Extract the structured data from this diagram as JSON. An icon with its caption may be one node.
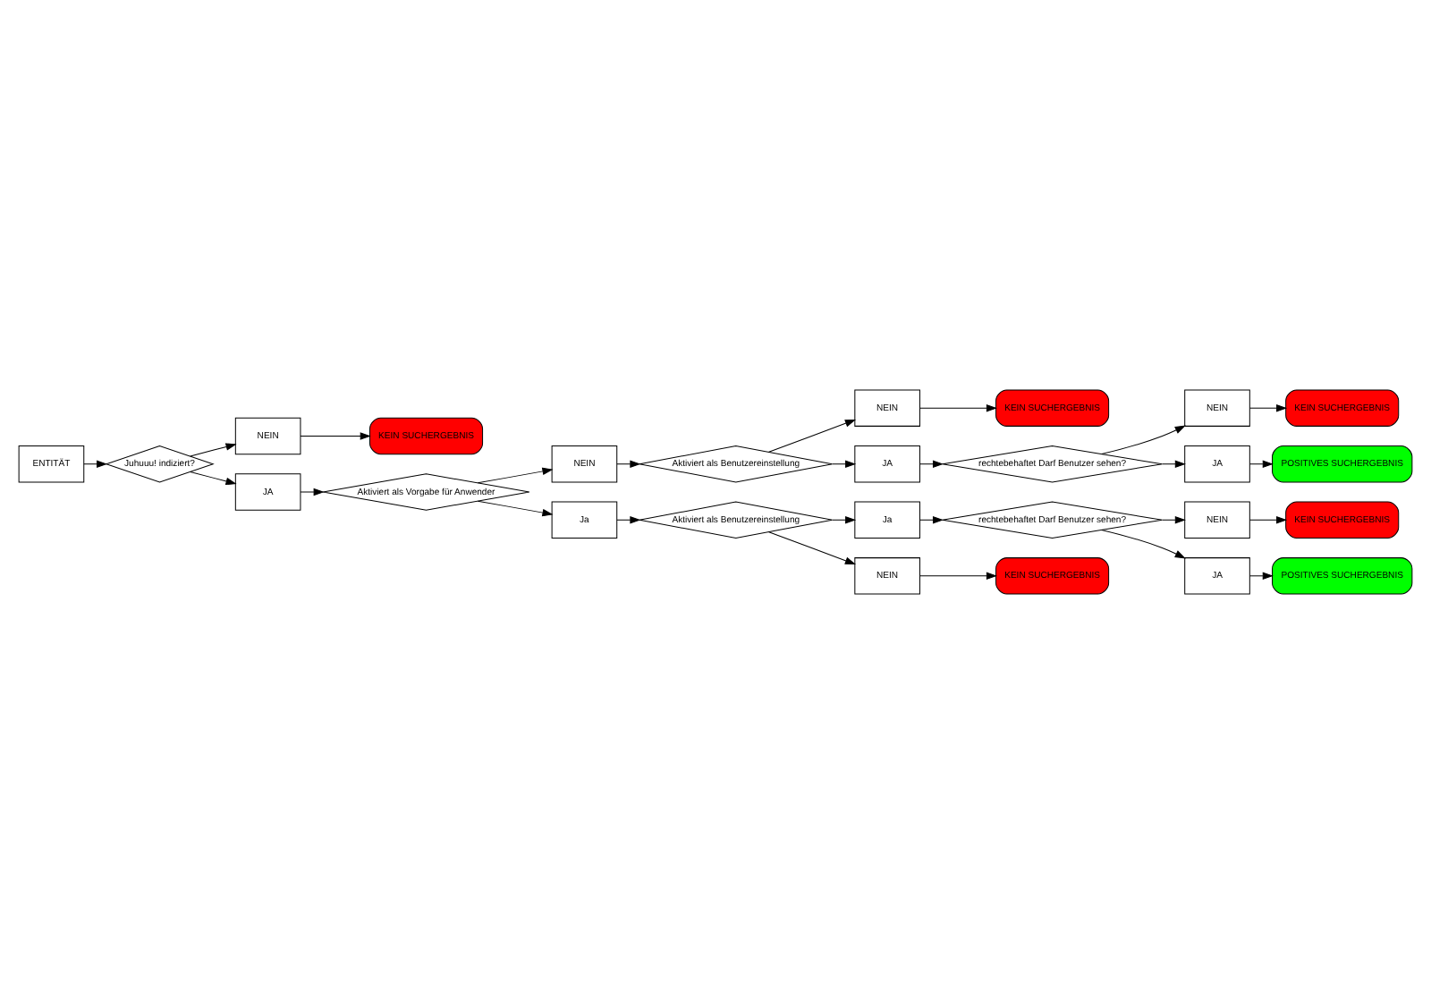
{
  "diagram": {
    "nodes": [
      {
        "text": [
          "ENTITÄT"
        ]
      },
      {
        "text": [
          "Juhuuu! indiziert?"
        ]
      },
      {
        "text": [
          "NEIN"
        ]
      },
      {
        "text": [
          "KEIN SUCHERGEBNIS"
        ]
      },
      {
        "text": [
          "JA"
        ]
      },
      {
        "text": [
          "Aktiviert als Vorgabe für Anwender"
        ]
      },
      {
        "text": [
          "NEIN"
        ]
      },
      {
        "text": [
          "Aktiviert als Benutzereinstellung"
        ]
      },
      {
        "text": [
          "NEIN"
        ]
      },
      {
        "text": [
          "KEIN SUCHERGEBNIS"
        ]
      },
      {
        "text": [
          "JA"
        ]
      },
      {
        "text": [
          "rechtebehaftet Darf Benutzer sehen?"
        ]
      },
      {
        "text": [
          "NEIN"
        ]
      },
      {
        "text": [
          "KEIN SUCHERGEBNIS"
        ]
      },
      {
        "text": [
          "JA"
        ]
      },
      {
        "text": [
          "POSITIVES SUCHERGEBNIS"
        ]
      },
      {
        "text": [
          "Ja"
        ]
      },
      {
        "text": [
          "Aktiviert als Benutzereinstellung"
        ]
      },
      {
        "text": [
          "Ja"
        ]
      },
      {
        "text": [
          "rechtebehaftet Darf Benutzer sehen?"
        ]
      },
      {
        "text": [
          "NEIN"
        ]
      },
      {
        "text": [
          "KEIN SUCHERGEBNIS"
        ]
      },
      {
        "text": [
          "JA"
        ]
      },
      {
        "text": [
          "POSITIVES SUCHERGEBNIS"
        ]
      },
      {
        "text": [
          "NEIN"
        ]
      },
      {
        "text": [
          "KEIN SUCHERGEBNIS"
        ]
      }
    ],
    "edges": [
      {
        "from": 0,
        "to": 1,
        "arrow": "to"
      },
      {
        "from": 1,
        "to": 2,
        "arrow": "to"
      },
      {
        "from": 2,
        "to": 3,
        "arrow": "to"
      },
      {
        "from": 1,
        "to": 4,
        "arrow": "to"
      },
      {
        "from": 4,
        "to": 5,
        "arrow": "to"
      },
      {
        "from": 5,
        "to": 6,
        "arrow": "to"
      },
      {
        "from": 6,
        "to": 7,
        "arrow": "to"
      },
      {
        "from": 7,
        "to": 8,
        "arrow": "to"
      },
      {
        "from": 8,
        "to": 9,
        "arrow": "to"
      },
      {
        "from": 7,
        "to": 10,
        "arrow": "to"
      },
      {
        "from": 10,
        "to": 11,
        "arrow": "to"
      },
      {
        "from": 11,
        "to": 12,
        "arrow": "to"
      },
      {
        "from": 12,
        "to": 13,
        "arrow": "to"
      },
      {
        "from": 11,
        "to": 14,
        "arrow": "to"
      },
      {
        "from": 14,
        "to": 15,
        "arrow": "to"
      },
      {
        "from": 5,
        "to": 16,
        "arrow": "to"
      },
      {
        "from": 16,
        "to": 17,
        "arrow": "to"
      },
      {
        "from": 17,
        "to": 18,
        "arrow": "to"
      },
      {
        "from": 18,
        "to": 19,
        "arrow": "to"
      },
      {
        "from": 19,
        "to": 20,
        "arrow": "to"
      },
      {
        "from": 20,
        "to": 21,
        "arrow": "to"
      },
      {
        "from": 19,
        "to": 22,
        "arrow": "to"
      },
      {
        "from": 22,
        "to": 23,
        "arrow": "to"
      },
      {
        "from": 17,
        "to": 24,
        "arrow": "to"
      },
      {
        "from": 24,
        "to": 25,
        "arrow": "to"
      }
    ]
  }
}
